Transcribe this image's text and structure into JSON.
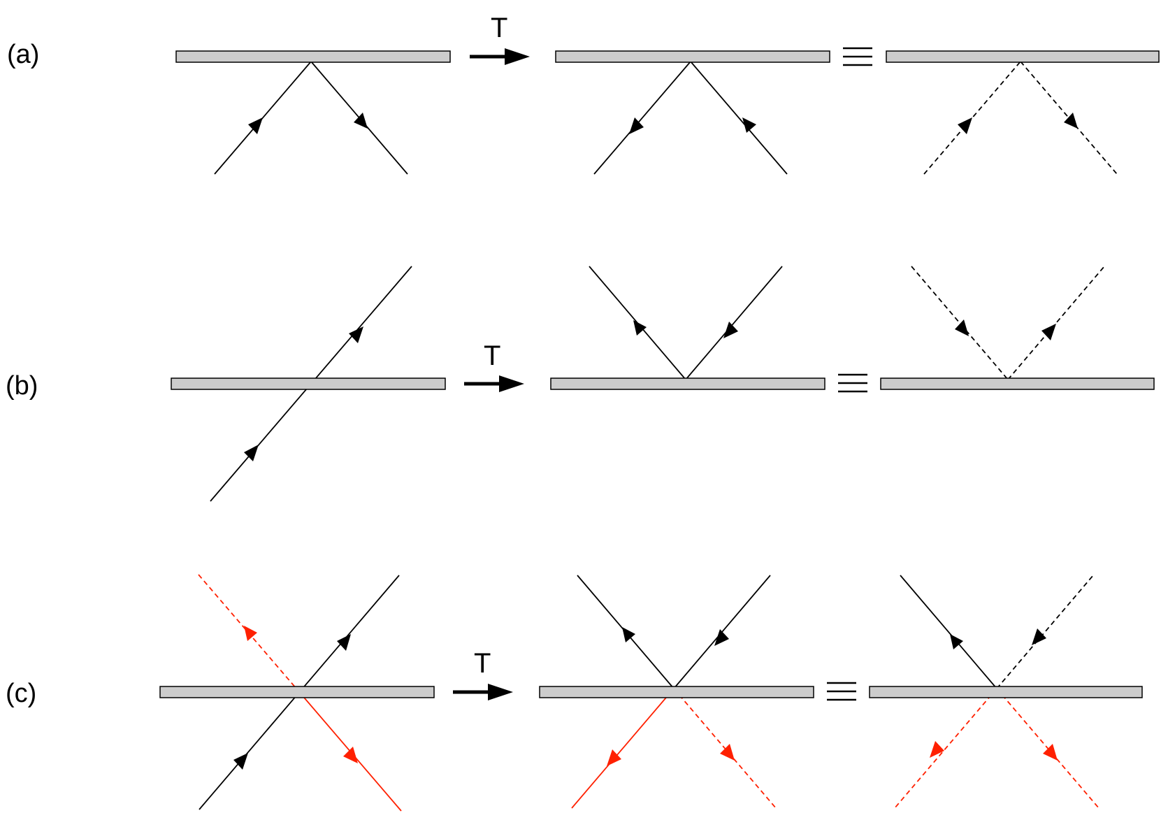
{
  "rows": [
    {
      "id": "a",
      "label": "(a)",
      "operator": "T",
      "equiv": "≡"
    },
    {
      "id": "b",
      "label": "(b)",
      "operator": "T",
      "equiv": "≡"
    },
    {
      "id": "c",
      "label": "(c)",
      "operator": "T",
      "equiv": "≡"
    }
  ],
  "colors": {
    "line": "#000000",
    "highlight": "#ff2000",
    "bar_fill": "#cccccc",
    "bar_stroke": "#000000"
  },
  "icons": {
    "operator_arrow": "right-arrow-icon",
    "equivalence": "triple-bar-icon",
    "direction_marker": "triangle-arrowhead-icon"
  }
}
